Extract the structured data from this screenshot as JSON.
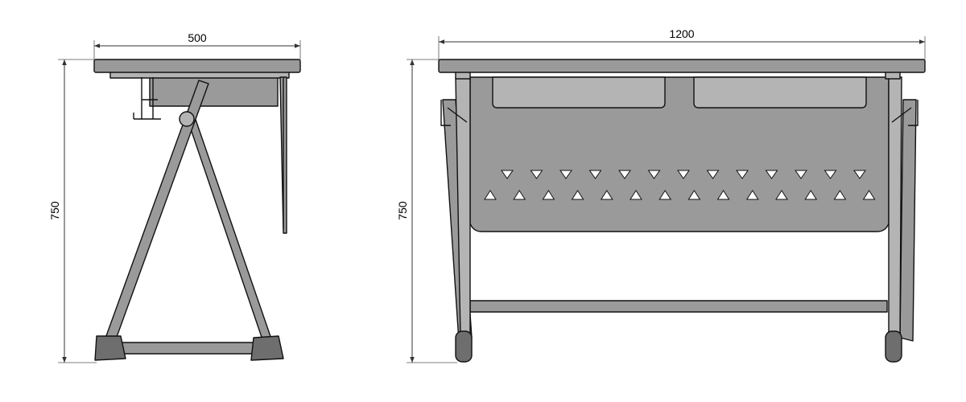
{
  "dimensions": {
    "side_width": "500",
    "side_height": "750",
    "front_width": "1200",
    "front_height": "750"
  },
  "colors": {
    "fill": "#9a9a9a",
    "fill_light": "#b4b4b4",
    "fill_dark": "#6e6e6e",
    "stroke": "#111111"
  }
}
